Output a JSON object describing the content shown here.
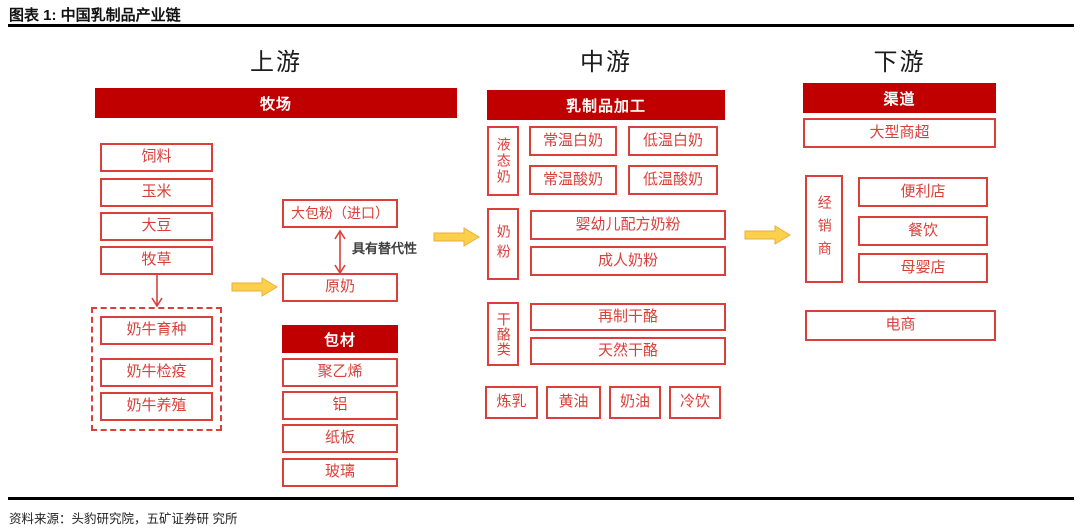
{
  "title": "图表 1: 中国乳制品产业链",
  "footer": "资料来源：头豹研究院，五矿证券研 究所",
  "colors": {
    "header_red": "#c00000",
    "box_red": "#da3f3a",
    "arrow_yellow": "#fbd04b",
    "arrow_yellow_border": "#eead3c",
    "note_gray": "#3f3f3f"
  },
  "sections": {
    "upstream": {
      "label": "上游",
      "group_header": "牧场",
      "feed_items": [
        "饲料",
        "玉米",
        "大豆",
        "牧草"
      ],
      "cattle_items": [
        "奶牛育种",
        "奶牛检疫",
        "奶牛养殖"
      ],
      "bulk_powder": "大包粉（进口）",
      "substitute_note": "具有替代性",
      "raw_milk": "原奶",
      "packaging_header": "包材",
      "packaging_items": [
        "聚乙烯",
        "铝",
        "纸板",
        "玻璃"
      ]
    },
    "midstream": {
      "label": "中游",
      "group_header": "乳制品加工",
      "liquid_milk_label": "液态奶",
      "liquid_milk_items": [
        "常温白奶",
        "低温白奶",
        "常温酸奶",
        "低温酸奶"
      ],
      "milk_powder_label": "奶粉",
      "milk_powder_items": [
        "婴幼儿配方奶粉",
        "成人奶粉"
      ],
      "cheese_label": "干酪类",
      "cheese_items": [
        "再制干酪",
        "天然干酪"
      ],
      "other_items": [
        "炼乳",
        "黄油",
        "奶油",
        "冷饮"
      ]
    },
    "downstream": {
      "label": "下游",
      "group_header": "渠道",
      "supermarket": "大型商超",
      "distributor_label": "经销商",
      "distributor_items": [
        "便利店",
        "餐饮",
        "母婴店"
      ],
      "ecommerce": "电商"
    }
  }
}
